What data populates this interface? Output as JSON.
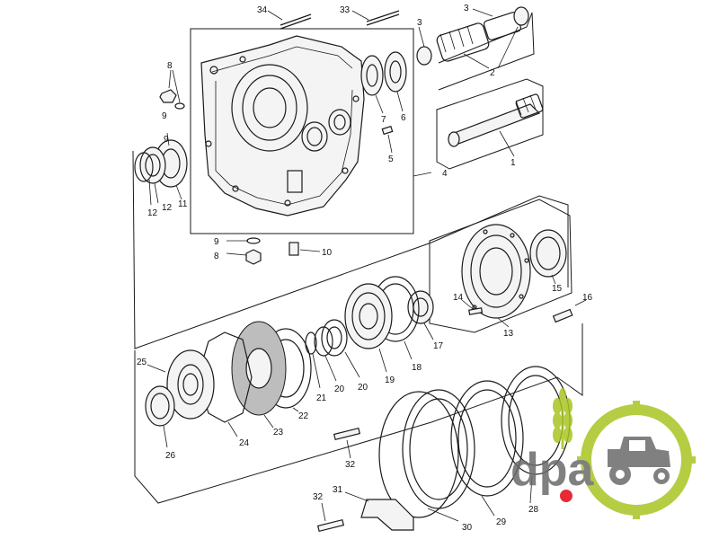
{
  "labels": {
    "l1": "1",
    "l2": "2",
    "l3a": "3",
    "l3b": "3",
    "l4": "4",
    "l5": "5",
    "l6": "6",
    "l7": "7",
    "l8a": "8",
    "l8b": "8",
    "l9a": "9",
    "l9b": "9",
    "l10": "10",
    "l11": "11",
    "l12a": "12",
    "l12b": "12",
    "l13": "13",
    "l14": "14",
    "l15": "15",
    "l16": "16",
    "l17": "17",
    "l18": "18",
    "l19": "19",
    "l20a": "20",
    "l20b": "20",
    "l21": "21",
    "l22": "22",
    "l23": "23",
    "l24": "24",
    "l25": "25",
    "l26": "26",
    "l28": "28",
    "l29": "29",
    "l30": "30",
    "l31": "31",
    "l32a": "32",
    "l32b": "32",
    "l33": "33",
    "l34": "34"
  },
  "logo": {
    "text": "dpa",
    "accent_color": "#a7c522",
    "dot_color": "#e30613",
    "text_color": "#6b6b6b"
  }
}
